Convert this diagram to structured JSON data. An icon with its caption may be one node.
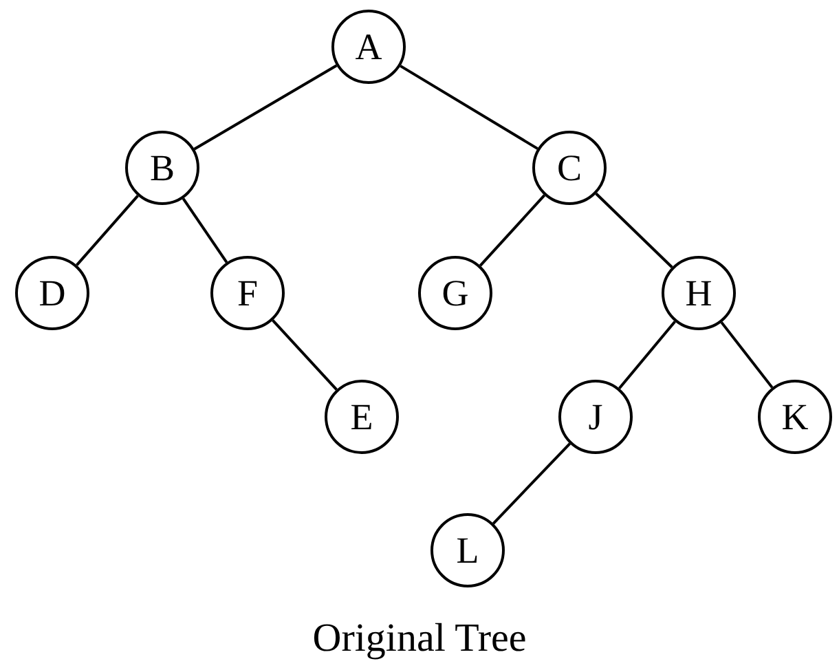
{
  "diagram": {
    "caption": "Original Tree",
    "nodes": [
      {
        "text": [
          "A"
        ]
      },
      {
        "text": [
          "B"
        ]
      },
      {
        "text": [
          "C"
        ]
      },
      {
        "text": [
          "D"
        ]
      },
      {
        "text": [
          "F"
        ]
      },
      {
        "text": [
          "G"
        ]
      },
      {
        "text": [
          "H"
        ]
      },
      {
        "text": [
          "E"
        ]
      },
      {
        "text": [
          "J"
        ]
      },
      {
        "text": [
          "K"
        ]
      },
      {
        "text": [
          "L"
        ]
      }
    ],
    "edges": [
      {
        "from": 0,
        "to": 1,
        "arrow": "none"
      },
      {
        "from": 0,
        "to": 2,
        "arrow": "none"
      },
      {
        "from": 1,
        "to": 3,
        "arrow": "none"
      },
      {
        "from": 1,
        "to": 4,
        "arrow": "none"
      },
      {
        "from": 2,
        "to": 5,
        "arrow": "none"
      },
      {
        "from": 2,
        "to": 6,
        "arrow": "none"
      },
      {
        "from": 4,
        "to": 7,
        "arrow": "none"
      },
      {
        "from": 6,
        "to": 8,
        "arrow": "none"
      },
      {
        "from": 6,
        "to": 9,
        "arrow": "none"
      },
      {
        "from": 8,
        "to": 10,
        "arrow": "none"
      }
    ]
  }
}
